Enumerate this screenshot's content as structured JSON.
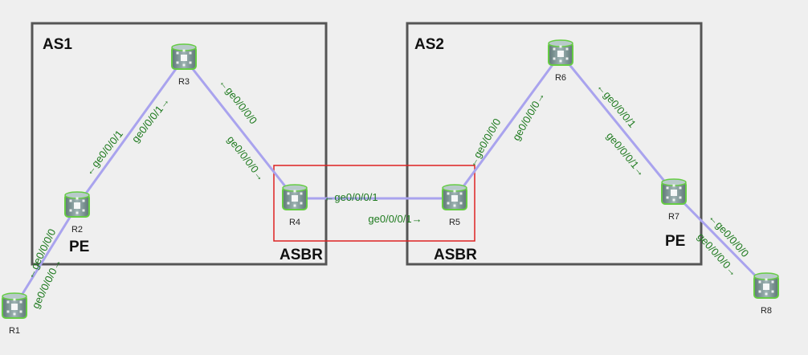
{
  "colors": {
    "background": "#efefef",
    "as_box": "#555555",
    "asbr_box": "#dd2222",
    "link": "#a9a3ee",
    "interface_label": "#1e7a1e",
    "router_body": "#6f8a8a",
    "router_outline": "#66cc44"
  },
  "areas": [
    {
      "id": "as1",
      "label": "AS1"
    },
    {
      "id": "as2",
      "label": "AS2"
    }
  ],
  "roles": {
    "pe_left": "PE",
    "pe_right": "PE",
    "asbr_left": "ASBR",
    "asbr_right": "ASBR"
  },
  "routers": [
    {
      "id": "R1",
      "label": "R1",
      "icon": "router-icon"
    },
    {
      "id": "R2",
      "label": "R2",
      "icon": "router-icon"
    },
    {
      "id": "R3",
      "label": "R3",
      "icon": "router-icon"
    },
    {
      "id": "R4",
      "label": "R4",
      "icon": "router-icon"
    },
    {
      "id": "R5",
      "label": "R5",
      "icon": "router-icon"
    },
    {
      "id": "R6",
      "label": "R6",
      "icon": "router-icon"
    },
    {
      "id": "R7",
      "label": "R7",
      "icon": "router-icon"
    },
    {
      "id": "R8",
      "label": "R8",
      "icon": "router-icon"
    }
  ],
  "links": [
    {
      "from": "R1",
      "to": "R2",
      "from_if": "ge0/0/0/0→",
      "to_if": "←ge0/0/0/0"
    },
    {
      "from": "R2",
      "to": "R3",
      "from_if": "←ge0/0/0/1",
      "to_if": "ge0/0/0/1→"
    },
    {
      "from": "R3",
      "to": "R4",
      "from_if": "←ge0/0/0/0",
      "to_if": "ge0/0/0/0→"
    },
    {
      "from": "R4",
      "to": "R5",
      "from_if": "←ge0/0/0/1",
      "to_if": "ge0/0/0/1→"
    },
    {
      "from": "R5",
      "to": "R6",
      "from_if": "←ge0/0/0/0",
      "to_if": "ge0/0/0/0→"
    },
    {
      "from": "R6",
      "to": "R7",
      "from_if": "←ge0/0/0/1",
      "to_if": "ge0/0/0/1→"
    },
    {
      "from": "R7",
      "to": "R8",
      "from_if": "←ge0/0/0/0",
      "to_if": "ge0/0/0/0→"
    }
  ]
}
